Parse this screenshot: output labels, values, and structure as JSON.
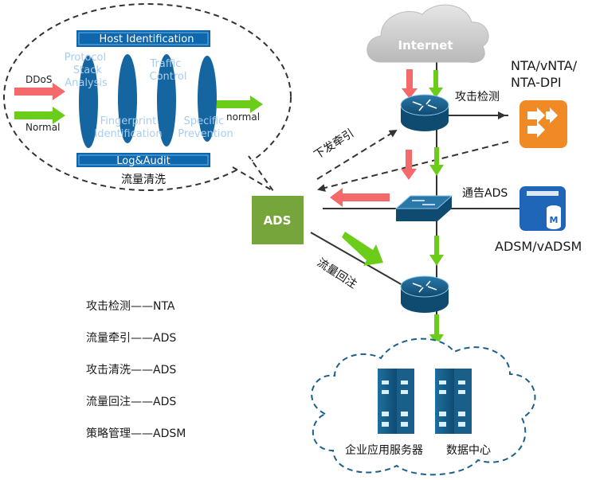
{
  "bubble": {
    "host_identification": "Host Identification",
    "log_audit": "Log&Audit",
    "protocol_stack_analysis": [
      "Protocol",
      "Stack",
      "Analysis"
    ],
    "traffic_control": [
      "Traffic",
      "Control"
    ],
    "fingerprint_identification": [
      "Fingerprint",
      "Identification"
    ],
    "specific_prevention": [
      "Specific",
      "Prevention"
    ],
    "ddos_label": "DDoS",
    "normal_in_label": "Normal",
    "normal_out_label": "normal",
    "caption": "流量清洗"
  },
  "nodes": {
    "internet": "Internet",
    "ads": "ADS",
    "nta_label": [
      "NTA/vNTA/",
      "NTA-DPI"
    ],
    "adsm_label": "ADSM/vADSM",
    "enterprise_servers": "企业应用服务器",
    "data_center": "数据中心"
  },
  "edges": {
    "attack_detect": "攻击检测",
    "divert": "下发牵引",
    "notify_ads": "通告ADS",
    "reinject": "流量回注"
  },
  "legend": [
    "攻击检测——NTA",
    "流量牵引——ADS",
    "攻击清洗——ADS",
    "流量回注——ADS",
    "策略管理——ADSM"
  ],
  "colors": {
    "attack_arrow": "#f46a6a",
    "normal_arrow": "#6ccc1a",
    "device_blue": "#1a5f8a",
    "ads_green": "#76a53b",
    "nta_orange": "#f08a24",
    "adsm_blue": "#1f66b8",
    "lens_blue": "#1565a0",
    "bar_blue": "#0e66ad"
  }
}
